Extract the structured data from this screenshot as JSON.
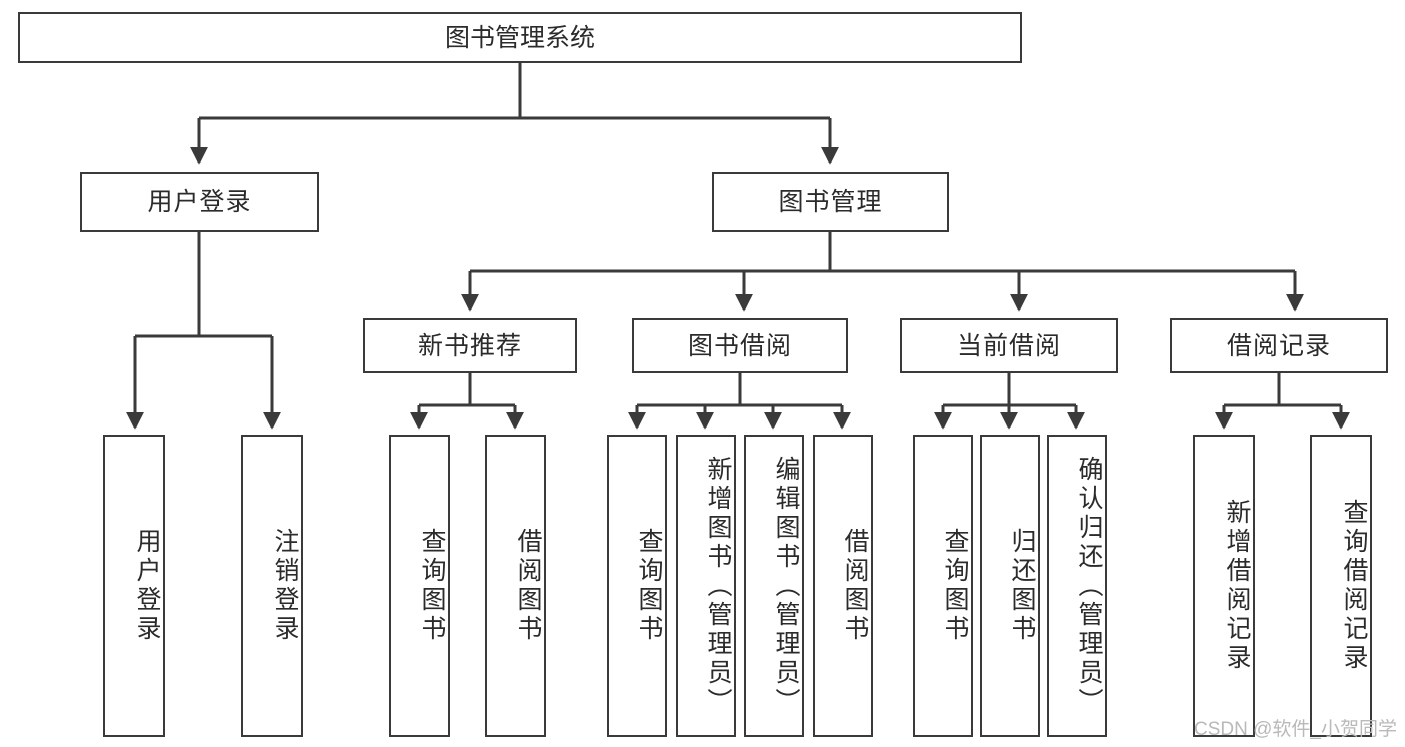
{
  "diagram": {
    "type": "tree",
    "title": "图书管理系统",
    "watermark": "CSDN @软件_小贺同学",
    "colors": {
      "stroke": "#3a3a3a",
      "fill": "#ffffff",
      "text": "#2b2b2b",
      "watermark": "#b9b9b9"
    },
    "nodes": {
      "root": {
        "label": "图书管理系统"
      },
      "level2": [
        {
          "id": "user-login",
          "label": "用户登录"
        },
        {
          "id": "book-manage",
          "label": "图书管理"
        }
      ],
      "level3": [
        {
          "id": "new-book-rec",
          "label": "新书推荐"
        },
        {
          "id": "book-borrow",
          "label": "图书借阅"
        },
        {
          "id": "current-borrow",
          "label": "当前借阅"
        },
        {
          "id": "borrow-record",
          "label": "借阅记录"
        }
      ],
      "leaves": [
        {
          "id": "leaf-user-login",
          "label": "用户登录",
          "parent": "user-login"
        },
        {
          "id": "leaf-logout",
          "label": "注销登录",
          "parent": "user-login"
        },
        {
          "id": "leaf-query-book-1",
          "label": "查询图书",
          "parent": "new-book-rec"
        },
        {
          "id": "leaf-borrow-book-1",
          "label": "借阅图书",
          "parent": "new-book-rec"
        },
        {
          "id": "leaf-query-book-2",
          "label": "查询图书",
          "parent": "book-borrow"
        },
        {
          "id": "leaf-add-book",
          "label": "新增图书（管理员）",
          "parent": "book-borrow"
        },
        {
          "id": "leaf-edit-book",
          "label": "编辑图书（管理员）",
          "parent": "book-borrow"
        },
        {
          "id": "leaf-borrow-book-2",
          "label": "借阅图书",
          "parent": "book-borrow"
        },
        {
          "id": "leaf-query-book-3",
          "label": "查询图书",
          "parent": "current-borrow"
        },
        {
          "id": "leaf-return-book",
          "label": "归还图书",
          "parent": "current-borrow"
        },
        {
          "id": "leaf-confirm-return",
          "label": "确认归还（管理员）",
          "parent": "current-borrow"
        },
        {
          "id": "leaf-add-record",
          "label": "新增借阅记录",
          "parent": "borrow-record"
        },
        {
          "id": "leaf-query-record",
          "label": "查询借阅记录",
          "parent": "borrow-record"
        }
      ]
    }
  }
}
